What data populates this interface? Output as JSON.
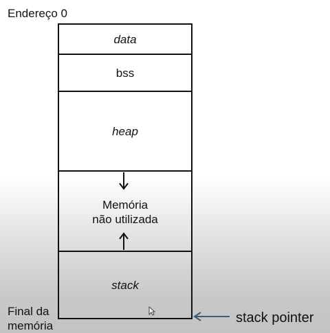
{
  "labels": {
    "start": "Endereço 0",
    "end": "Final da memória",
    "stack_pointer": "stack pointer"
  },
  "segments": {
    "data": "data",
    "bss": "bss",
    "heap": "heap",
    "unused_line1": "Memória",
    "unused_line2": "não utilizada",
    "stack": "stack"
  },
  "colors": {
    "pointer_arrow": "#3b5b7a",
    "outline": "#111111"
  }
}
